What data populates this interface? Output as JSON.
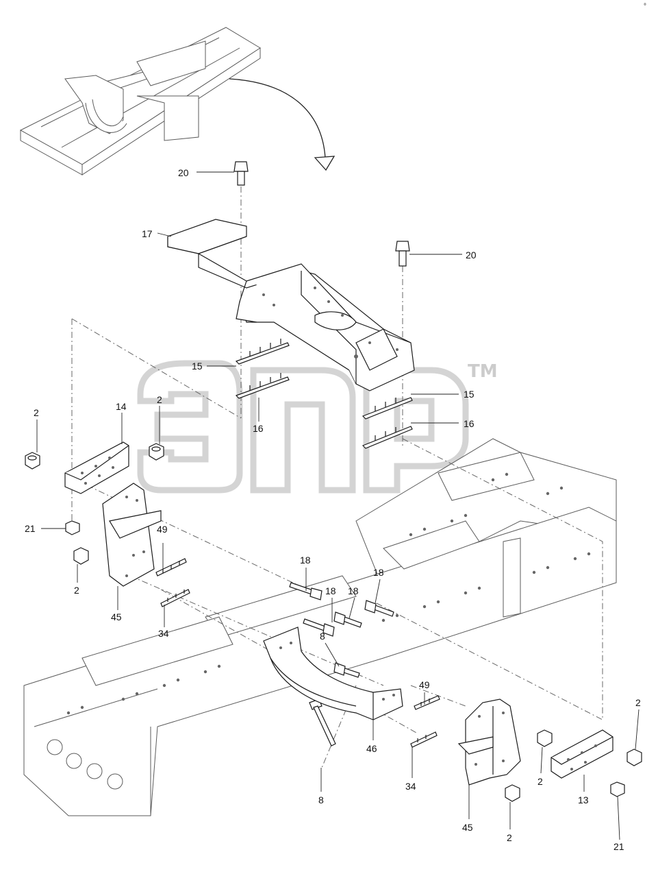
{
  "corner_mark": "°",
  "watermark": {
    "text": "эпф",
    "trademark": "TM"
  },
  "callouts": [
    {
      "id": "c1",
      "text": "20"
    },
    {
      "id": "c2",
      "text": "17"
    },
    {
      "id": "c3",
      "text": "20"
    },
    {
      "id": "c4",
      "text": "15"
    },
    {
      "id": "c5",
      "text": "16"
    },
    {
      "id": "c6",
      "text": "15"
    },
    {
      "id": "c7",
      "text": "16"
    },
    {
      "id": "c8",
      "text": "2"
    },
    {
      "id": "c9",
      "text": "14"
    },
    {
      "id": "c10",
      "text": "2"
    },
    {
      "id": "c11",
      "text": "21"
    },
    {
      "id": "c12",
      "text": "2"
    },
    {
      "id": "c13",
      "text": "49"
    },
    {
      "id": "c14",
      "text": "45"
    },
    {
      "id": "c15",
      "text": "34"
    },
    {
      "id": "c16",
      "text": "18"
    },
    {
      "id": "c17",
      "text": "18"
    },
    {
      "id": "c18",
      "text": "18"
    },
    {
      "id": "c19",
      "text": "18"
    },
    {
      "id": "c20",
      "text": "8"
    },
    {
      "id": "c21",
      "text": "49"
    },
    {
      "id": "c22",
      "text": "46"
    },
    {
      "id": "c23",
      "text": "34"
    },
    {
      "id": "c24",
      "text": "8"
    },
    {
      "id": "c25",
      "text": "45"
    },
    {
      "id": "c26",
      "text": "2"
    },
    {
      "id": "c27",
      "text": "2"
    },
    {
      "id": "c28",
      "text": "2"
    },
    {
      "id": "c29",
      "text": "13"
    },
    {
      "id": "c30",
      "text": "21"
    }
  ]
}
